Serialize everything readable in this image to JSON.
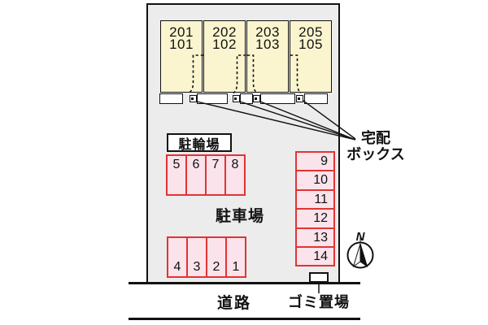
{
  "site_plan": {
    "building": {
      "units": [
        {
          "upper": "201",
          "lower": "101"
        },
        {
          "upper": "202",
          "lower": "102"
        },
        {
          "upper": "203",
          "lower": "103"
        },
        {
          "upper": "205",
          "lower": "105"
        }
      ]
    },
    "bicycle_parking_label": "駐輪場",
    "parking_lot_label": "駐車場",
    "stalls_top_row": [
      "5",
      "6",
      "7",
      "8"
    ],
    "stalls_bottom_row": [
      "4",
      "3",
      "2",
      "1"
    ],
    "stalls_right_column": [
      "9",
      "10",
      "11",
      "12",
      "13",
      "14"
    ],
    "delivery_box_label": {
      "line1": "宅配",
      "line2": "ボックス"
    },
    "garbage_area_label": "ゴミ置場",
    "road_label": "道路",
    "compass": {
      "north_label": "N"
    }
  },
  "colors": {
    "site_background": "#ececec",
    "unit_fill": "#faf5cf",
    "stall_fill": "#fae3ea",
    "stall_border": "#e03434",
    "line_black": "#111111"
  }
}
